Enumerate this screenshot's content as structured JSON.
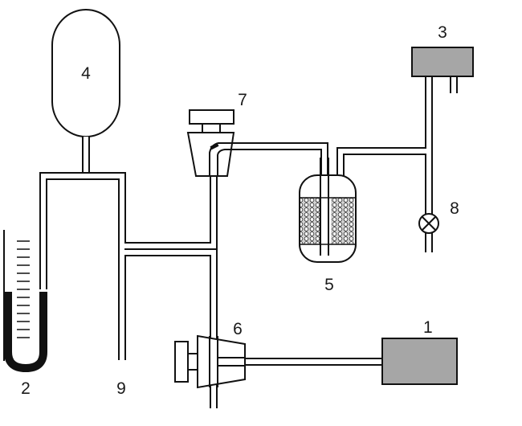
{
  "labels": {
    "pump": "1",
    "manometer": "2",
    "gauge": "3",
    "reservoir": "4",
    "adsorber": "5",
    "valve_lower": "6",
    "valve_upper": "7",
    "valve_round": "8",
    "outlet": "9"
  },
  "colors": {
    "line": "#111111",
    "box_fill": "#a6a6a6",
    "background": "#ffffff"
  },
  "icons": {
    "valve_round": "circle-x-valve-icon",
    "adsorbent": "hexagon-packing"
  }
}
